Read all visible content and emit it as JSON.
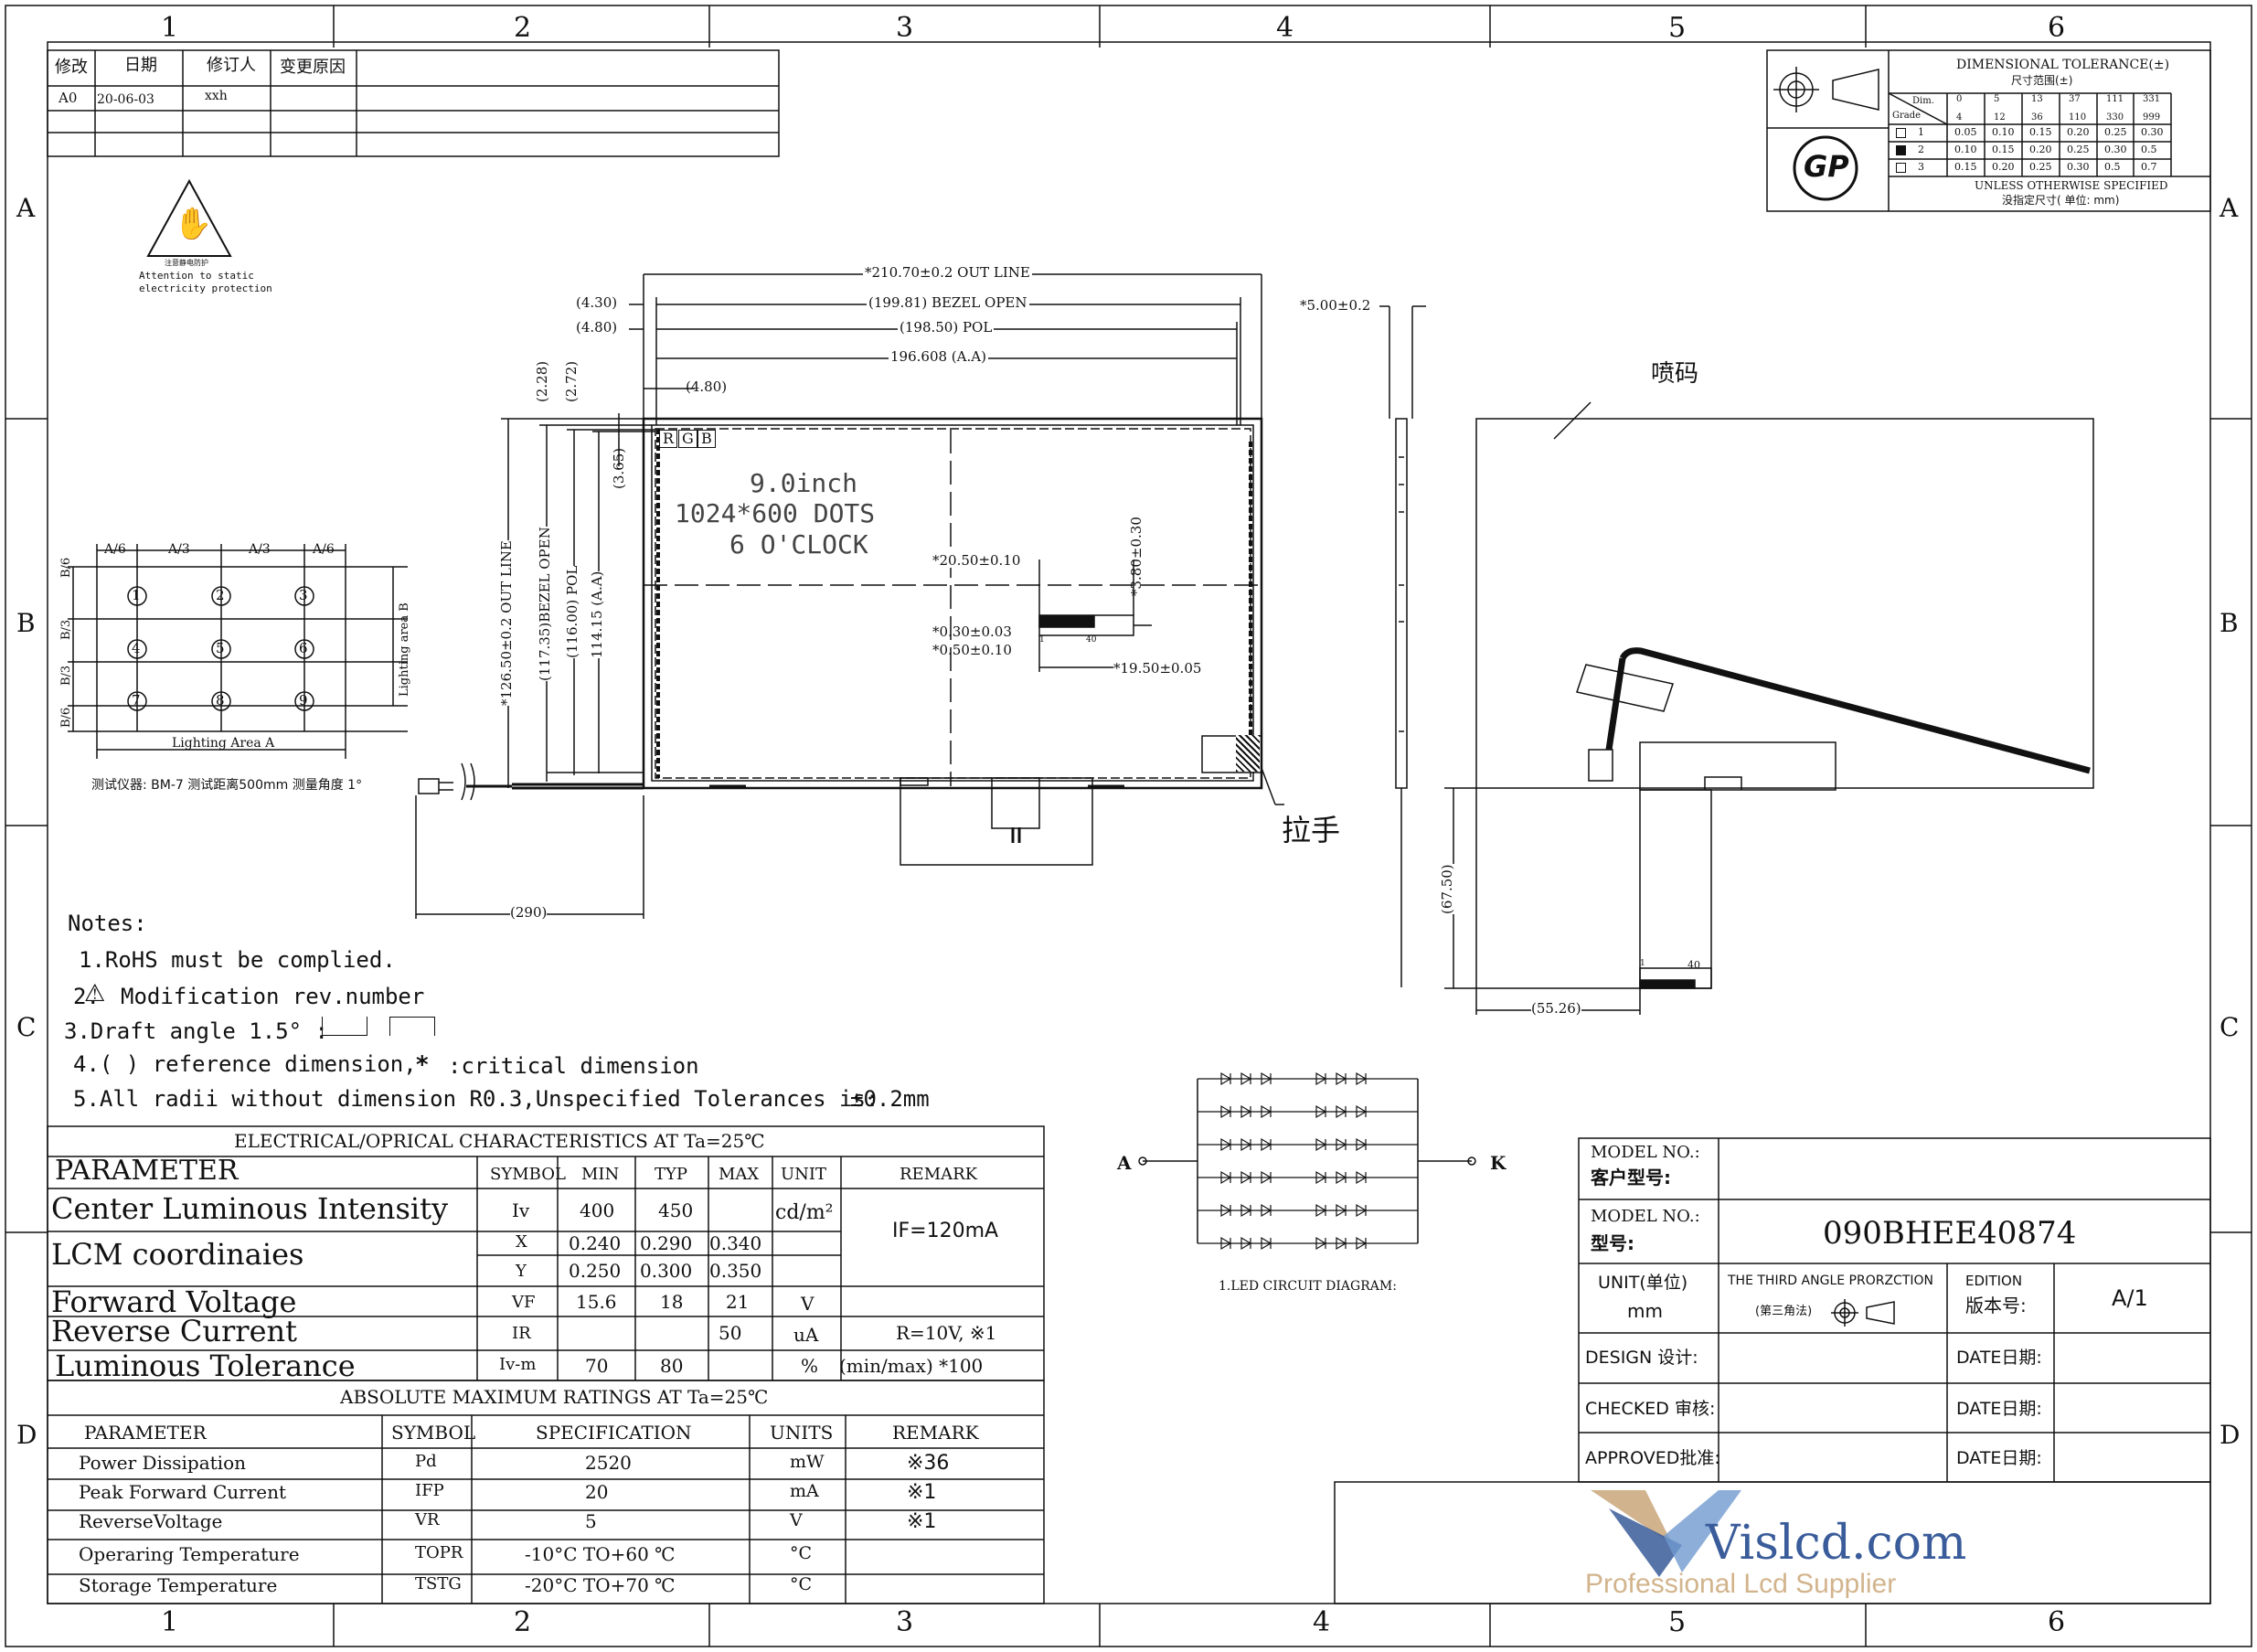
{
  "grid": {
    "cols": [
      "1",
      "2",
      "3",
      "4",
      "5",
      "6"
    ],
    "rows": [
      "A",
      "B",
      "C",
      "D"
    ]
  },
  "revision_table": {
    "headers": [
      "修改",
      "日期",
      "修订人",
      "变更原因"
    ],
    "row": {
      "rev": "A0",
      "date": "20-06-03",
      "editor": "xxh",
      "reason": ""
    }
  },
  "esd": {
    "cn": "注意静电防护",
    "line1": "Attention to static",
    "line2": "electricity protection"
  },
  "tolerance": {
    "title": "DIMENSIONAL TOLERANCE(±)",
    "title_cn": "尺寸范围(±)",
    "dim_label": "Dim.",
    "grade_label": "Grade",
    "ranges": [
      [
        "0",
        "4"
      ],
      [
        "5",
        "12"
      ],
      [
        "13",
        "36"
      ],
      [
        "37",
        "110"
      ],
      [
        "111",
        "330"
      ],
      [
        "331",
        "999"
      ]
    ],
    "grades": [
      {
        "g": "1",
        "checked": false,
        "vals": [
          "0.05",
          "0.10",
          "0.15",
          "0.20",
          "0.25",
          "0.30"
        ]
      },
      {
        "g": "2",
        "checked": true,
        "vals": [
          "0.10",
          "0.15",
          "0.20",
          "0.25",
          "0.30",
          "0.5"
        ]
      },
      {
        "g": "3",
        "checked": false,
        "vals": [
          "0.15",
          "0.20",
          "0.25",
          "0.30",
          "0.5",
          "0.7"
        ]
      }
    ],
    "note1": "UNLESS OTHERWISE SPECIFIED",
    "note2": "没指定尺寸( 单位: mm)",
    "logo": "GP"
  },
  "lighting": {
    "a6": "A/6",
    "a3": "A/3",
    "b6": "B/6",
    "b3": "B/3",
    "area_a": "Lighting Area A",
    "area_b": "Lighting area B",
    "points": [
      "1",
      "2",
      "3",
      "4",
      "5",
      "6",
      "7",
      "8",
      "9"
    ],
    "instrument": "测试仪器: BM-7 测试距离500mm 测量角度 1°"
  },
  "front_view": {
    "outline_w": "*210.70±0.2 OUT LINE",
    "bezel_w": "(199.81) BEZEL OPEN",
    "pol_w": "(198.50) POL",
    "aa_w": "196.608 (A.A)",
    "off1": "(4.30)",
    "off2": "(4.80)",
    "off3": "(4.80)",
    "v1": "(2.28)",
    "v2": "(2.72)",
    "v3": "(3.65)",
    "outline_h": "*126.50±0.2 OUT LINE",
    "bezel_h": "(117.35)BEZEL OPEN",
    "pol_h": "(116.00) POL",
    "aa_h": "114.15 (A.A)",
    "rgb": [
      "R",
      "G",
      "B"
    ],
    "size": "9.0inch",
    "res": "1024*600  DOTS",
    "view": "6 O'CLOCK",
    "fpc_w": "*20.50±0.10",
    "fpc_h": "*3.80±0.30",
    "fpc_t1": "*0.30±0.03",
    "fpc_t2": "*0.50±0.10",
    "fpc_off": "*19.50±0.05",
    "pin1": "1",
    "pin40": "40",
    "cable_len": "(290)",
    "handle": "拉手"
  },
  "side_view": {
    "thick": "*5.00±0.2"
  },
  "back_view": {
    "stamp": "喷码",
    "fpc_len": "(67.50)",
    "fpc_off": "(55.26)",
    "pin1": "1",
    "pin40": "40"
  },
  "notes": {
    "title": "Notes:",
    "n1": "1.RoHS must be complied.",
    "n2_num": "2.",
    "n2": "Modification rev.number",
    "n3": "3.Draft angle 1.5° :",
    "n4a": "4.( ) reference dimension,",
    "n4b": "*",
    "n4c": ":critical dimension",
    "n5": "5.All radii without dimension R0.3,Unspecified Tolerances is:",
    "n5b": "±0.2mm"
  },
  "electrical": {
    "title": "ELECTRICAL/OPRICAL CHARACTERISTICS AT Ta=25℃",
    "headers": [
      "PARAMETER",
      "SYMBOL",
      "MIN",
      "TYP",
      "MAX",
      "UNIT",
      "REMARK"
    ],
    "rows": [
      {
        "p": "Center Luminous Intensity",
        "s": "Iv",
        "min": "400",
        "typ": "450",
        "max": "",
        "unit": "cd/m²",
        "remark": "IF=120mA"
      },
      {
        "p": "LCM coordinaies",
        "s": "X",
        "min": "0.240",
        "typ": "0.290",
        "max": "0.340"
      },
      {
        "s": "Y",
        "min": "0.250",
        "typ": "0.300",
        "max": "0.350"
      },
      {
        "p": "Forward Voltage",
        "s": "VF",
        "min": "15.6",
        "typ": "18",
        "max": "21",
        "unit": "V"
      },
      {
        "p": "Reverse Current",
        "s": "IR",
        "min": "",
        "typ": "",
        "max": "50",
        "unit": "uA",
        "remark": "R=10V,   ※1"
      },
      {
        "p": "Luminous Tolerance",
        "s": "Iv-m",
        "min": "70",
        "typ": "80",
        "max": "",
        "unit": "%",
        "remark": "(min/max)    *100"
      }
    ]
  },
  "absolute": {
    "title": "ABSOLUTE MAXIMUM RATINGS AT Ta=25℃",
    "headers": [
      "PARAMETER",
      "SYMBOL",
      "SPECIFICATION",
      "UNITS",
      "REMARK"
    ],
    "rows": [
      {
        "p": "Power Dissipation",
        "s": "Pd",
        "spec": "2520",
        "u": "mW",
        "r": "※36"
      },
      {
        "p": "Peak Forward Current",
        "s": "IFP",
        "spec": "20",
        "u": "mA",
        "r": "※1"
      },
      {
        "p": "ReverseVoltage",
        "s": "VR",
        "spec": "5",
        "u": "V",
        "r": "※1"
      },
      {
        "p": "Operaring Temperature",
        "s": "TOPR",
        "spec": "-10°C TO+60 ℃",
        "u": "°C",
        "r": ""
      },
      {
        "p": "Storage Temperature",
        "s": "TSTG",
        "spec": "-20°C TO+70 ℃",
        "u": "°C",
        "r": ""
      }
    ]
  },
  "led": {
    "anode": "A",
    "cathode": "K",
    "caption": "1.LED CIRCUIT DIAGRAM:"
  },
  "title_block": {
    "model_cust_label": "MODEL NO.:",
    "model_cust_cn": "客户型号:",
    "model_cust": "",
    "model_label": "MODEL NO.:",
    "model_cn": "型号:",
    "model": "090BHEE40874",
    "unit_label": "UNIT(单位)",
    "unit": "mm",
    "projection": "THE THIRD ANGLE PRORZCTION",
    "projection_cn": "(第三角法)",
    "edition_label": "EDITION",
    "edition_cn": "版本号:",
    "edition": "A/1",
    "design": "DESIGN  设计:",
    "checked": "CHECKED 审核:",
    "approved": "APPROVED批准:",
    "date": "DATE日期:"
  },
  "watermark": {
    "brand": "Vislcd.com",
    "tagline": "Professional Lcd Supplier"
  }
}
